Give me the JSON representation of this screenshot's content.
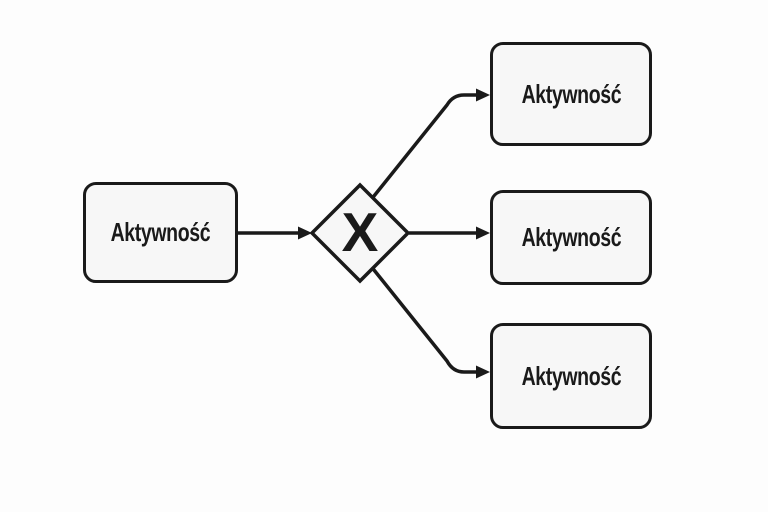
{
  "diagram": {
    "source_activity": {
      "label": "Aktywność"
    },
    "gateway": {
      "label": "X"
    },
    "branch_activities": [
      {
        "label": "Aktywność"
      },
      {
        "label": "Aktywność"
      },
      {
        "label": "Aktywność"
      }
    ],
    "colors": {
      "background": "#fdfdfd",
      "node_fill": "#f7f7f7",
      "stroke": "#1a1a1a"
    }
  }
}
